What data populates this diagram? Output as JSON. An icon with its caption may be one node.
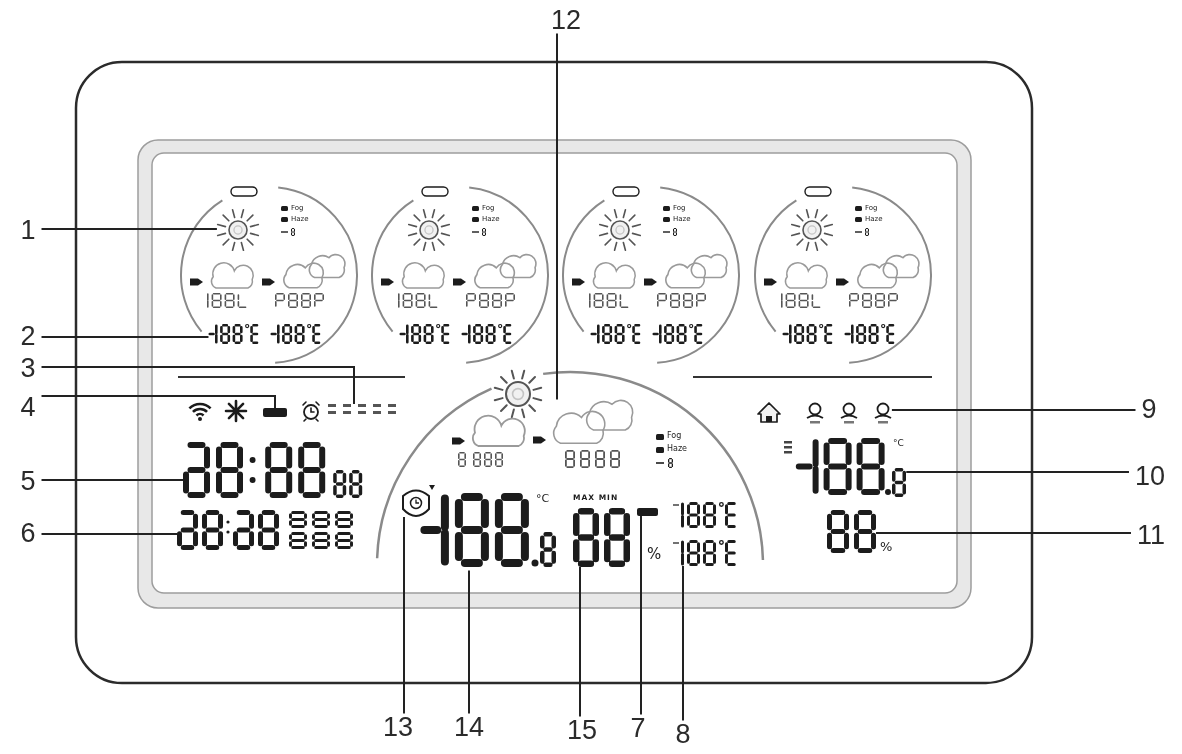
{
  "diagram": {
    "nodes": [
      {
        "text": [
          "12"
        ]
      },
      {
        "text": [
          "1"
        ]
      },
      {
        "text": [
          "2"
        ]
      },
      {
        "text": [
          "3"
        ]
      },
      {
        "text": [
          "4"
        ]
      },
      {
        "text": [
          "9"
        ]
      },
      {
        "text": [
          "5"
        ]
      },
      {
        "text": [
          "10"
        ]
      },
      {
        "text": [
          "6"
        ]
      },
      {
        "text": [
          "11"
        ]
      },
      {
        "text": [
          "13"
        ]
      },
      {
        "text": [
          "14"
        ]
      },
      {
        "text": [
          "15"
        ]
      },
      {
        "text": [
          "7"
        ]
      },
      {
        "text": [
          "8"
        ]
      },
      {
        "text": [],
        "shape": "picture"
      },
      {
        "text": [],
        "shape": "picture"
      },
      {
        "text": [],
        "shape": "bar"
      },
      {
        "text": [],
        "shape": "picture"
      },
      {
        "text": [],
        "shape": "picture"
      },
      {
        "text": [],
        "shape": "picture"
      },
      {
        "text": [],
        "shape": "picture"
      },
      {
        "text": [],
        "shape": "picture"
      },
      {
        "text": [],
        "shape": "picture"
      },
      {
        "text": [],
        "shape": "picture"
      },
      {
        "text": [],
        "shape": "picture"
      },
      {
        "text": [],
        "shape": "picture"
      },
      {
        "text": [],
        "shape": "bar"
      },
      {
        "text": [],
        "shape": "picture"
      },
      {
        "text": [],
        "shape": "picture"
      }
    ],
    "edges": [
      {
        "from": 0,
        "to": 19,
        "arrow": "none"
      },
      {
        "from": 1,
        "to": 15,
        "arrow": "none"
      },
      {
        "from": 2,
        "to": 16,
        "arrow": "none"
      },
      {
        "from": 3,
        "to": 18,
        "arrow": "none"
      },
      {
        "from": 4,
        "to": 17,
        "arrow": "none"
      },
      {
        "from": 5,
        "to": 20,
        "arrow": "none"
      },
      {
        "from": 6,
        "to": 21,
        "arrow": "none"
      },
      {
        "from": 7,
        "to": 22,
        "arrow": "none"
      },
      {
        "from": 8,
        "to": 23,
        "arrow": "none"
      },
      {
        "from": 9,
        "to": 29,
        "arrow": "none"
      },
      {
        "from": 10,
        "to": 24,
        "arrow": "none"
      },
      {
        "from": 11,
        "to": 25,
        "arrow": "none"
      },
      {
        "from": 12,
        "to": 26,
        "arrow": "none"
      },
      {
        "from": 13,
        "to": 27,
        "arrow": "none"
      },
      {
        "from": 14,
        "to": 28,
        "arrow": "none"
      }
    ],
    "labels": [
      "Fog",
      "Fog",
      "Fog",
      "Fog",
      "Haze",
      "Haze",
      "Haze",
      "Haze",
      "Fog",
      "Haze",
      "°C",
      "°C",
      "MAX MIN",
      "%",
      "%"
    ]
  }
}
